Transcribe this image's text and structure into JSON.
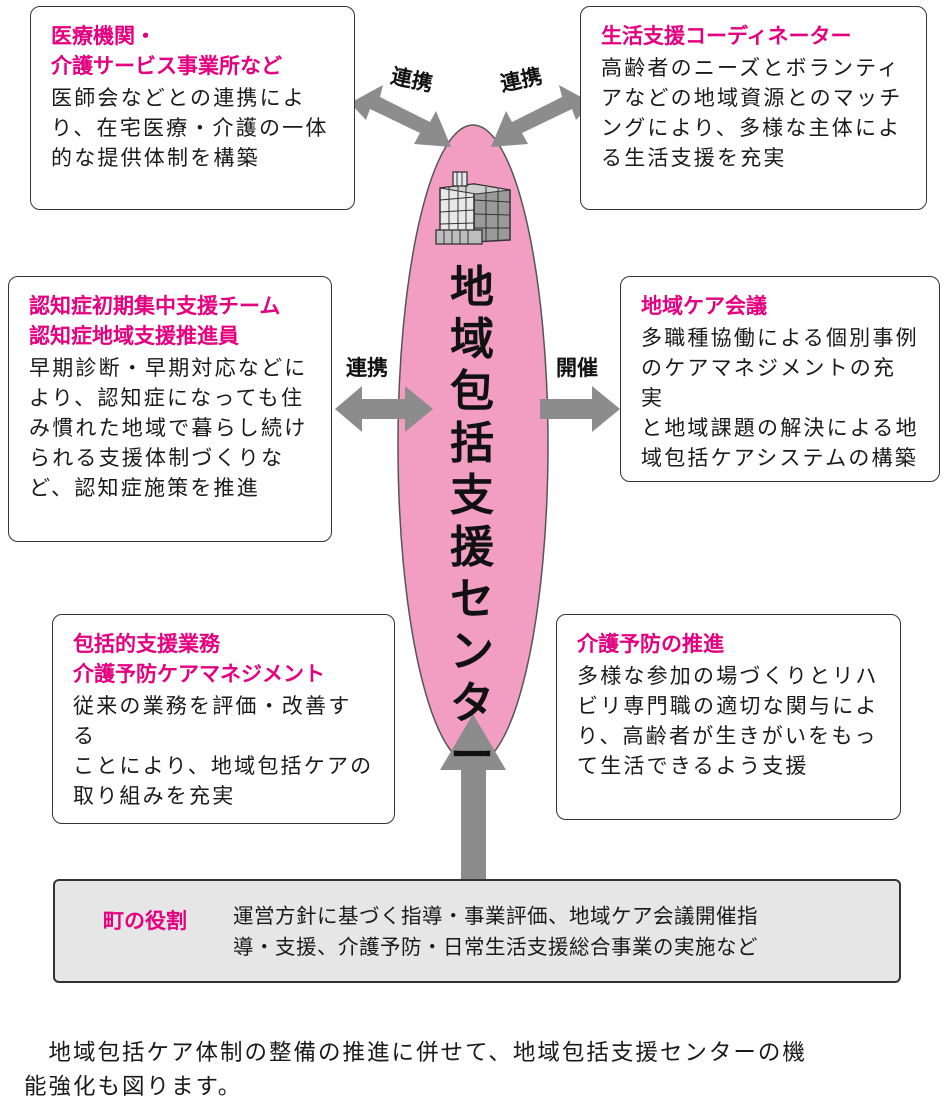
{
  "center": {
    "title_chars": [
      "地",
      "域",
      "包",
      "括",
      "支",
      "援",
      "セ",
      "ン",
      "タ",
      "ー"
    ]
  },
  "boxes": {
    "medical": {
      "title1": "医療機関・",
      "title2": "介護サービス事業所など",
      "body": [
        "医師会などとの連携によ",
        "り、在宅医療・介護の一体",
        "的な提供体制を構築"
      ]
    },
    "coordinator": {
      "title1": "生活支援コーディネーター",
      "body": [
        "高齢者のニーズとボランティ",
        "アなどの地域資源とのマッチ",
        "ングにより、多様な主体によ",
        "る生活支援を充実"
      ]
    },
    "dementia": {
      "title1": "認知症初期集中支援チーム",
      "title2": "認知症地域支援推進員",
      "body": [
        "早期診断・早期対応などに",
        "より、認知症になっても住",
        "み慣れた地域で暮らし続け",
        "られる支援体制づくりな",
        "ど、認知症施策を推進"
      ]
    },
    "care_meeting": {
      "title1": "地域ケア会議",
      "body": [
        "多職種協働による個別事例",
        "のケアマネジメントの充実",
        "と地域課題の解決による地",
        "域包括ケアシステムの構築"
      ]
    },
    "comprehensive": {
      "title1": "包括的支援業務",
      "title2": "介護予防ケアマネジメント",
      "body": [
        "従来の業務を評価・改善する",
        "ことにより、地域包括ケアの",
        "取り組みを充実"
      ]
    },
    "prevention": {
      "title1": "介護予防の推進",
      "body": [
        "多様な参加の場づくりとリハ",
        "ビリ専門職の適切な関与によ",
        "り、高齢者が生きがいをもっ",
        "て生活できるよう支援"
      ]
    }
  },
  "arrow_labels": {
    "upper_left": "連携",
    "upper_right": "連携",
    "mid_left": "連携",
    "mid_right": "開催"
  },
  "town": {
    "label": "町の役割",
    "line1": "運営方針に基づく指導・事業評価、地域ケア会議開催指",
    "line2": "導・支援、介護予防・日常生活支援総合事業の実施など"
  },
  "footnote": {
    "line1": "　地域包括ケア体制の整備の推進に併せて、地域包括支援センターの機",
    "line2": "能強化も図ります。"
  },
  "colors": {
    "ellipse": "#f19ec2",
    "accent": "#e4007f",
    "arrow": "#8c8c8c",
    "town_bg": "#e6e6e6"
  },
  "icons": [
    "building-icon"
  ]
}
